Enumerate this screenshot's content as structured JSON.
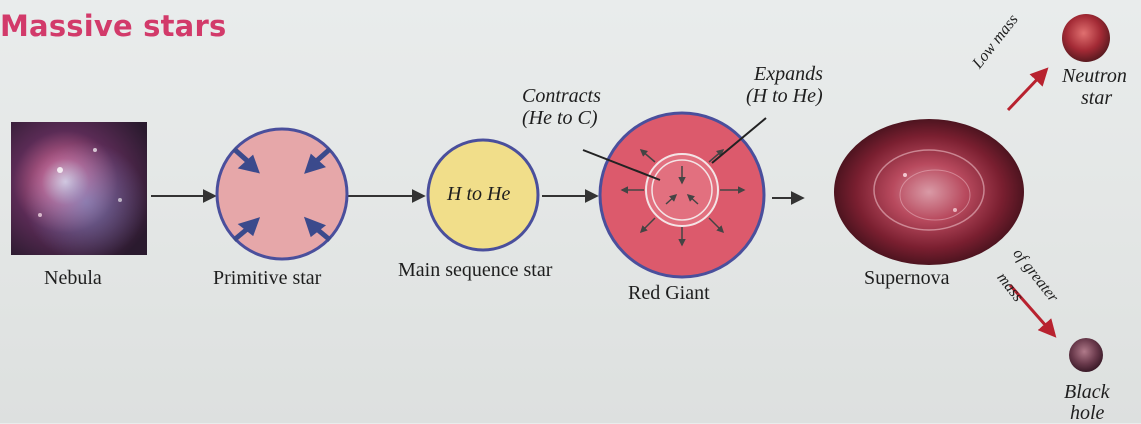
{
  "title": "Massive stars",
  "stages": {
    "nebula": "Nebula",
    "primitive_star": "Primitive star",
    "main_sequence_star": "Main sequence star",
    "red_giant": "Red Giant",
    "supernova": "Supernova",
    "neutron_star": [
      "Neutron",
      "star"
    ],
    "black_hole": [
      "Black",
      "hole"
    ]
  },
  "annotations": {
    "main_sequence_core": "H to He",
    "contracts": [
      "Contracts",
      "(He to C)"
    ],
    "expands": [
      "Expands",
      "(H to He)"
    ],
    "low_mass": "Low mass",
    "greater_mass": [
      "of greater",
      "mass"
    ]
  },
  "colors": {
    "title": "#d23a6a",
    "primitive_star_fill": "#e6a7a9",
    "main_sequence_fill": "#f1de8a",
    "red_giant_fill": "#dc5a6c",
    "outline": "#4a4f9c",
    "arrow": "#333333",
    "direction_arrow": "#b8222f",
    "inward_arrows": "#3b4a8c"
  }
}
